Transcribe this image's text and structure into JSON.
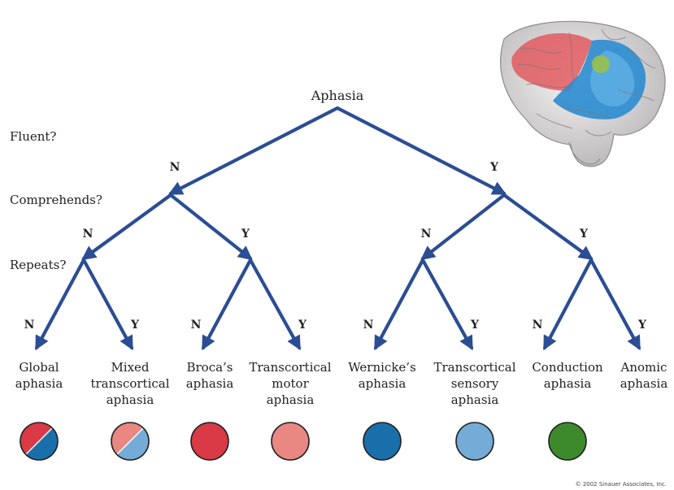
{
  "root_label": "Aphasia",
  "questions": {
    "fluent": "Fluent?",
    "comprehends": "Comprehends?",
    "repeats": "Repeats?"
  },
  "no_label": "N",
  "yes_label": "Y",
  "leaves": [
    {
      "key": "global",
      "lines": [
        "Global",
        "aphasia"
      ],
      "colors": [
        "#d93a45",
        "#1a6faa"
      ]
    },
    {
      "key": "mixed-transcortical",
      "lines": [
        "Mixed",
        "transcortical",
        "aphasia"
      ],
      "colors": [
        "#e98782",
        "#74acd7"
      ]
    },
    {
      "key": "brocas",
      "lines": [
        "Broca’s",
        "aphasia"
      ],
      "colors": [
        "#d93a45"
      ]
    },
    {
      "key": "transcortical-motor",
      "lines": [
        "Transcortical",
        "motor",
        "aphasia"
      ],
      "colors": [
        "#e98782"
      ]
    },
    {
      "key": "wernickes",
      "lines": [
        "Wernicke’s",
        "aphasia"
      ],
      "colors": [
        "#1a6faa"
      ]
    },
    {
      "key": "transcortical-sensory",
      "lines": [
        "Transcortical",
        "sensory",
        "aphasia"
      ],
      "colors": [
        "#74acd7"
      ]
    },
    {
      "key": "conduction",
      "lines": [
        "Conduction",
        "aphasia"
      ],
      "colors": [
        "#3d8a2d"
      ]
    },
    {
      "key": "anomic",
      "lines": [
        "Anomic",
        "aphasia"
      ],
      "colors": []
    }
  ],
  "arrow_color": "#2b4d94",
  "copyright": "© 2002 Sinauer Associates, Inc."
}
